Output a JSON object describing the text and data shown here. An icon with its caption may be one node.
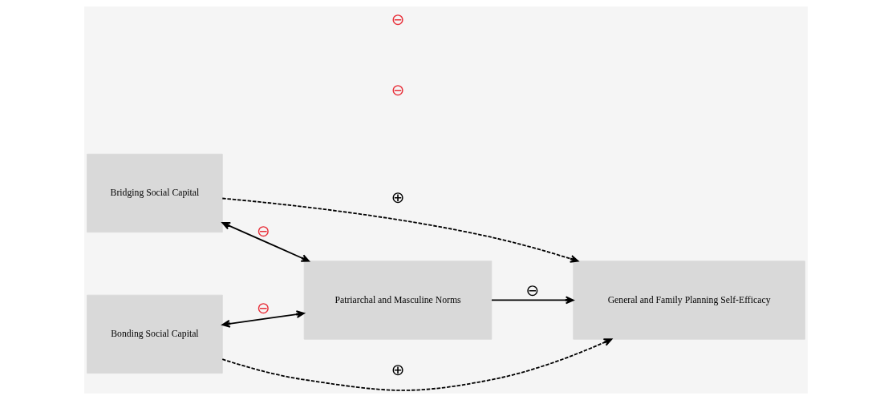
{
  "diagram": {
    "nodes": [
      {
        "text": [
          "Bridging Social Capital"
        ]
      },
      {
        "text": [
          "Patriarchal and Masculine Norms"
        ]
      },
      {
        "text": [
          "General and Family Planning Self-Efficacy"
        ]
      },
      {
        "text": [
          "Bonding Social Capital"
        ]
      }
    ],
    "edges": [
      {
        "from": 0,
        "to": 1,
        "arrow": "both",
        "label": "⊖"
      },
      {
        "from": 0,
        "to": 2,
        "arrow": "to",
        "style": "dashed",
        "label": "⊕"
      },
      {
        "from": 1,
        "to": 2,
        "arrow": "to",
        "label": "⊖"
      },
      {
        "from": 3,
        "to": 1,
        "arrow": "both",
        "label": "⊖"
      },
      {
        "from": 3,
        "to": 2,
        "arrow": "to",
        "style": "dashed",
        "label": "⊕"
      }
    ],
    "labels": [
      "⊖",
      "⊖"
    ]
  }
}
